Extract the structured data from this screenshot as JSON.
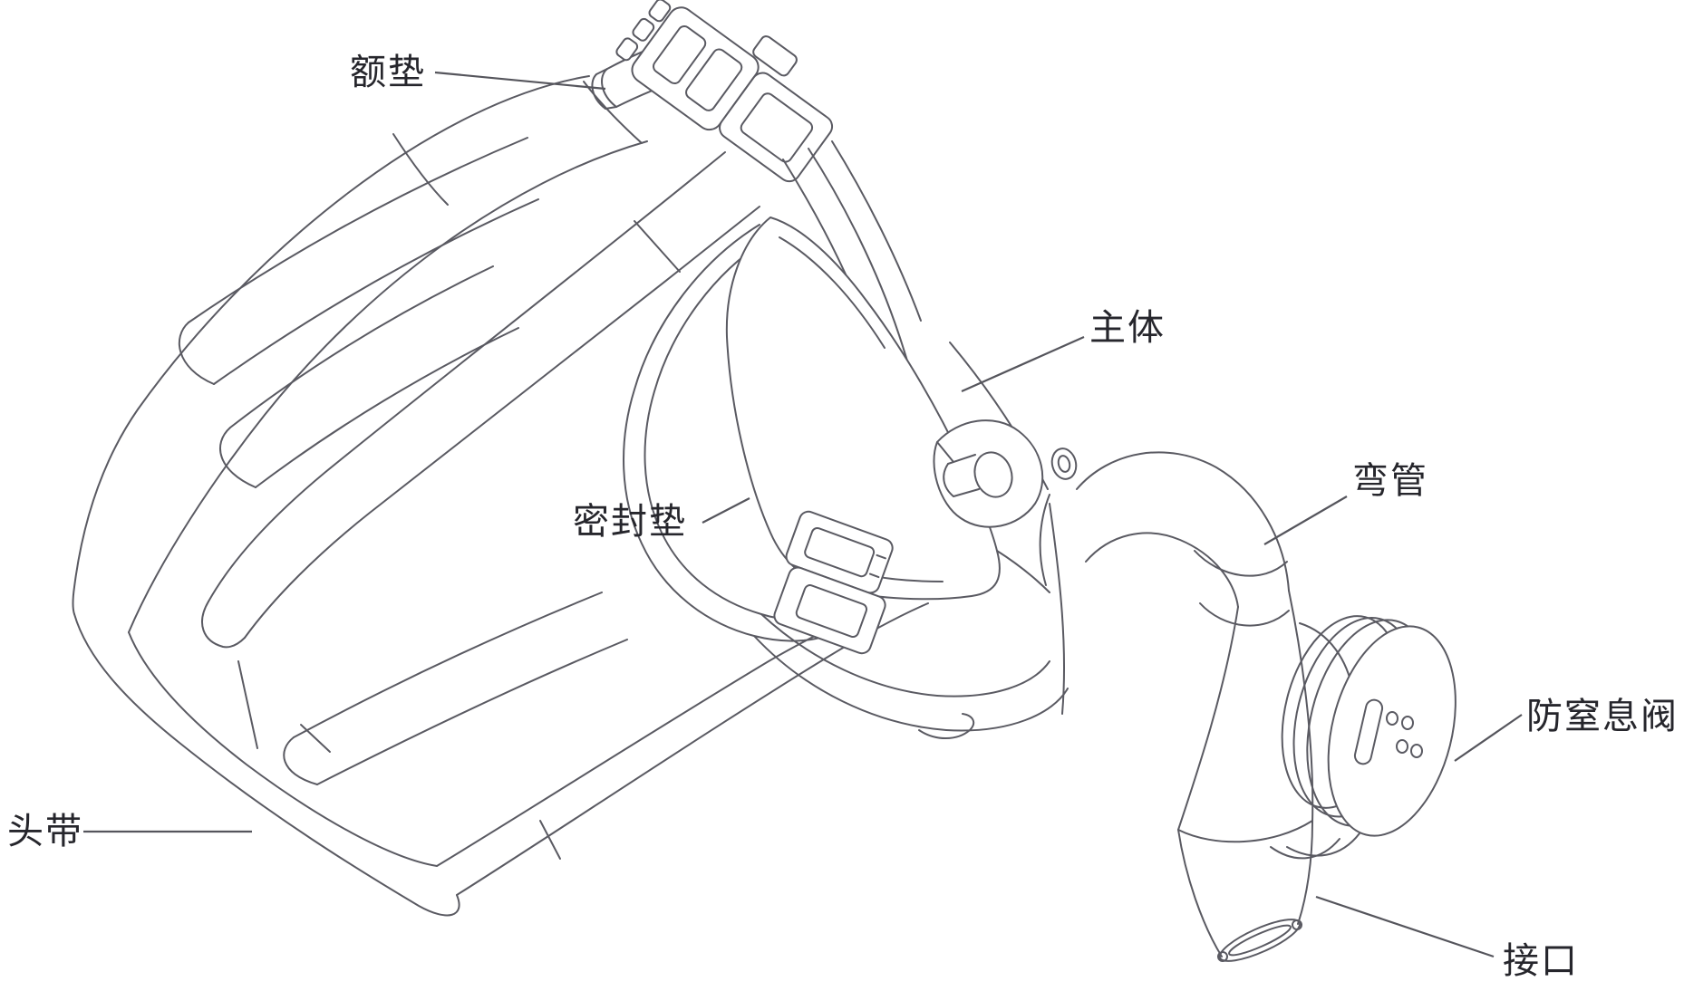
{
  "figure": {
    "type": "line-art-parts-diagram",
    "background_color": "#ffffff",
    "line_color": "#5a5a62",
    "label_color": "#26262c"
  },
  "labels": {
    "forehead_pad": {
      "text": "额垫"
    },
    "main_body": {
      "text": "主体"
    },
    "seal_pad": {
      "text": "密封垫"
    },
    "elbow": {
      "text": "弯管"
    },
    "anti_asphyxia_valve": {
      "text": "防窒息阀"
    },
    "headband": {
      "text": "头带"
    },
    "port": {
      "text": "接口"
    }
  }
}
